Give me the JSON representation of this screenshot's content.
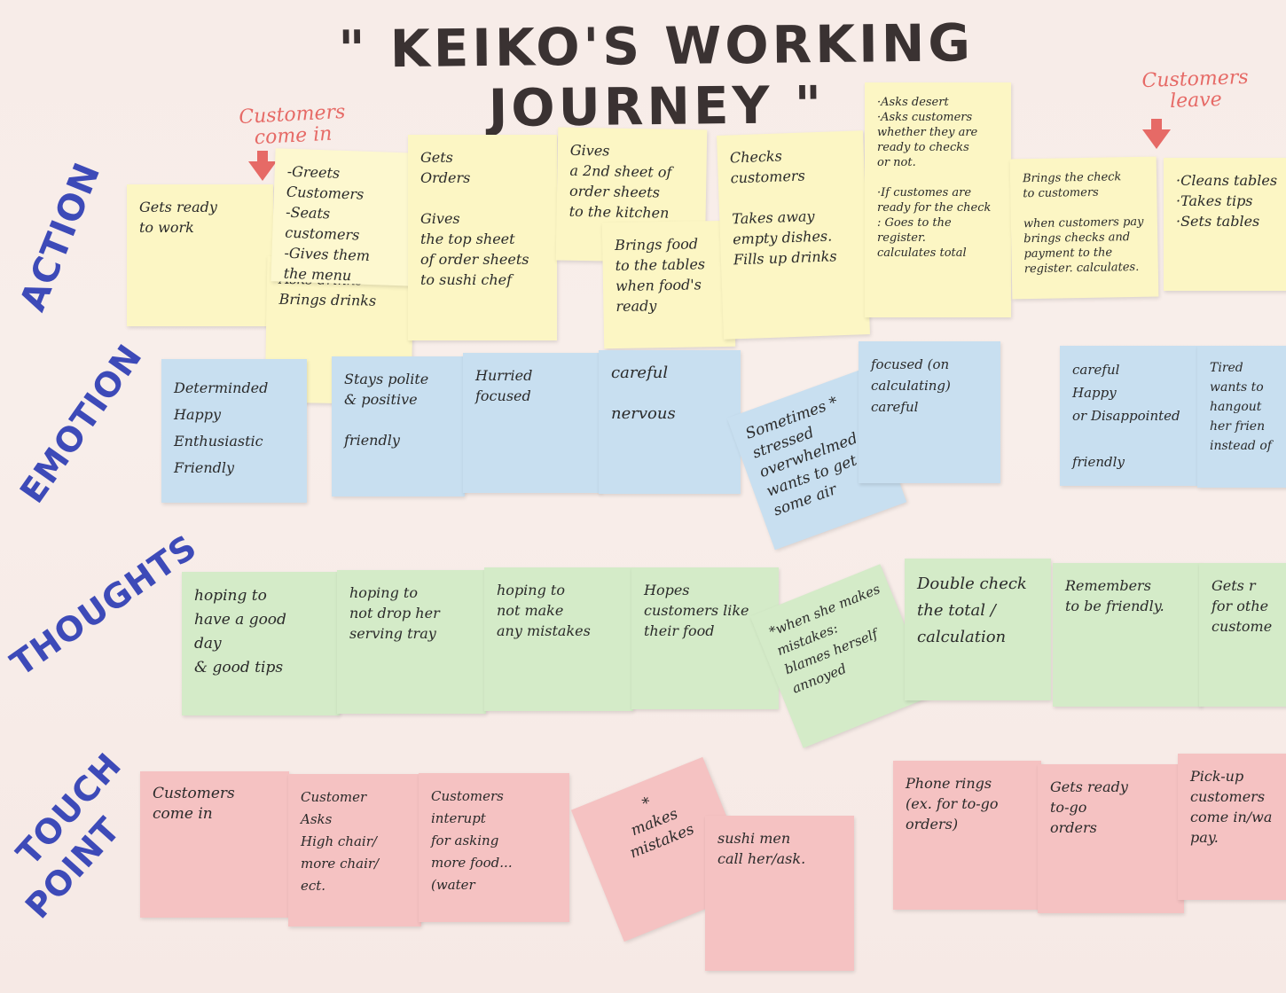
{
  "title": "\" KEIKO'S WORKING JOURNEY \"",
  "row_labels": {
    "action": "ACTION",
    "emotion": "EMOTION",
    "thoughts": "THOUGHTS",
    "touch_line1": "TOUCH",
    "touch_line2": "POINT"
  },
  "annotations": {
    "customers_come_in": "Customers\ncome in",
    "customers_leave": "Customers\nleave"
  },
  "colors": {
    "action_note": "#fcf6c4",
    "emotion_note": "#c8dff0",
    "thoughts_note": "#d4ebc8",
    "touchpoint_note": "#f5c2c2",
    "row_label_marker": "#3d4ab8",
    "annotation_marker": "#e66a66"
  },
  "action": [
    "Gets ready\nto work",
    "-Greets\n   Customers\n-Seats customers\n-Gives them\n   the menu",
    "Asks drinks\nBrings drinks",
    "Gets\nOrders\n\nGives\nthe top sheet\nof order sheets\nto sushi chef",
    "Gives\na 2nd sheet of\norder sheets\nto the kitchen",
    "Brings food\nto the tables\nwhen food's\nready",
    "Checks\ncustomers\n\nTakes away\nempty dishes.\nFills up drinks",
    "·Asks desert\n·Asks customers\nwhether they are\nready to checks\nor not.\n\n·If customes are\nready for the check\n: Goes to the\nregister.\ncalculates total",
    "Brings the check\nto customers\n\nwhen customers pay\nbrings checks and\npayment to the\nregister. calculates.",
    "·Cleans tables\n·Takes tips\n·Sets tables"
  ],
  "emotion": [
    "Determinded\nHappy\nEnthusiastic\nFriendly",
    "Stays polite\n& positive\n\nfriendly",
    "Hurried\nfocused",
    "careful\n\nnervous",
    "Sometimes *\nstressed\noverwhelmed\nwants to get\nsome air",
    "focused (on\ncalculating)\ncareful",
    "careful\nHappy\nor Disappointed\n\nfriendly",
    "Tired\nwants to\nhangout\nher frien\ninstead of"
  ],
  "thoughts": [
    "hoping to\nhave a good\nday\n& good tips",
    "hoping to\nnot drop her\nserving tray",
    "hoping to\nnot make\nany mistakes",
    "Hopes\ncustomers like\ntheir food",
    "*when she makes\nmistakes:\nblames herself\nannoyed",
    "Double check\nthe total /\ncalculation",
    "Remembers\nto be friendly.",
    "Gets r\nfor othe\ncustome"
  ],
  "touchpoint": [
    "Customers\ncome in",
    "Customer\nAsks\n  High chair/\n  more chair/\n  ect.",
    "Customers\ninterupt\nfor asking\nmore food...\n(water",
    "*\nmakes\nmistakes",
    "sushi men\ncall her/ask.",
    "Phone rings\n(ex. for to-go\norders)",
    "Gets ready\nto-go\norders",
    "Pick-up\ncustomers\ncome in/wa\npay."
  ]
}
